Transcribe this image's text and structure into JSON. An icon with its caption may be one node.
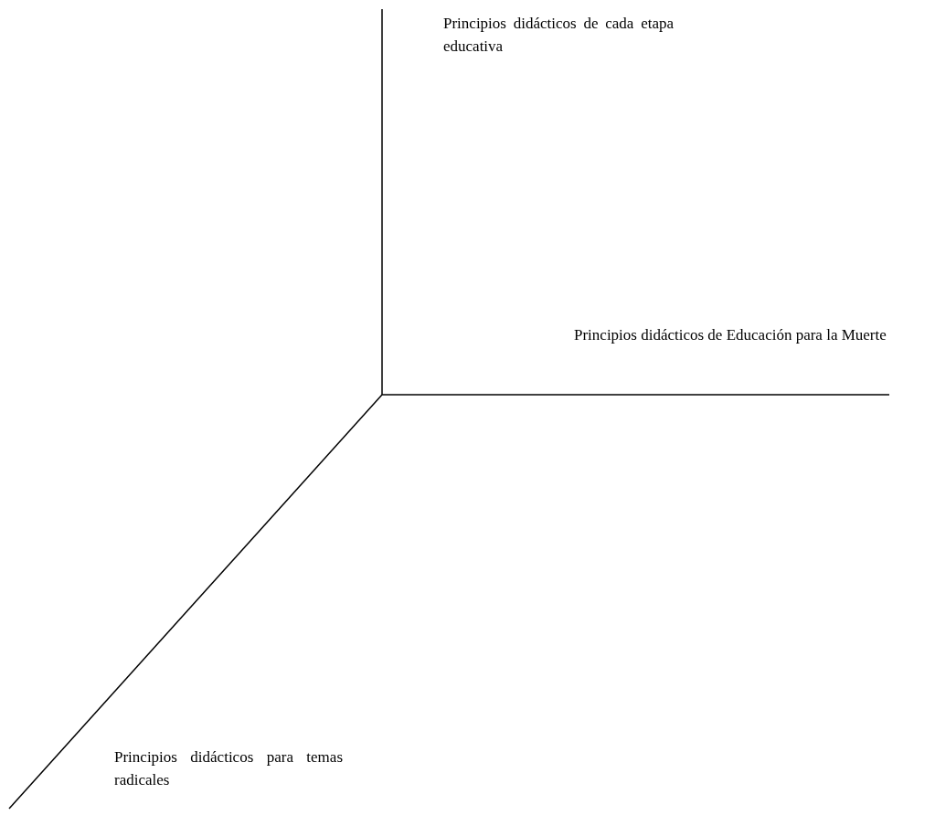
{
  "diagram": {
    "labels": [
      "Principios didácticos de cada etapa educativa",
      "Principios didácticos de Educación para la Muerte",
      "Principios didácticos para temas radicales"
    ]
  }
}
